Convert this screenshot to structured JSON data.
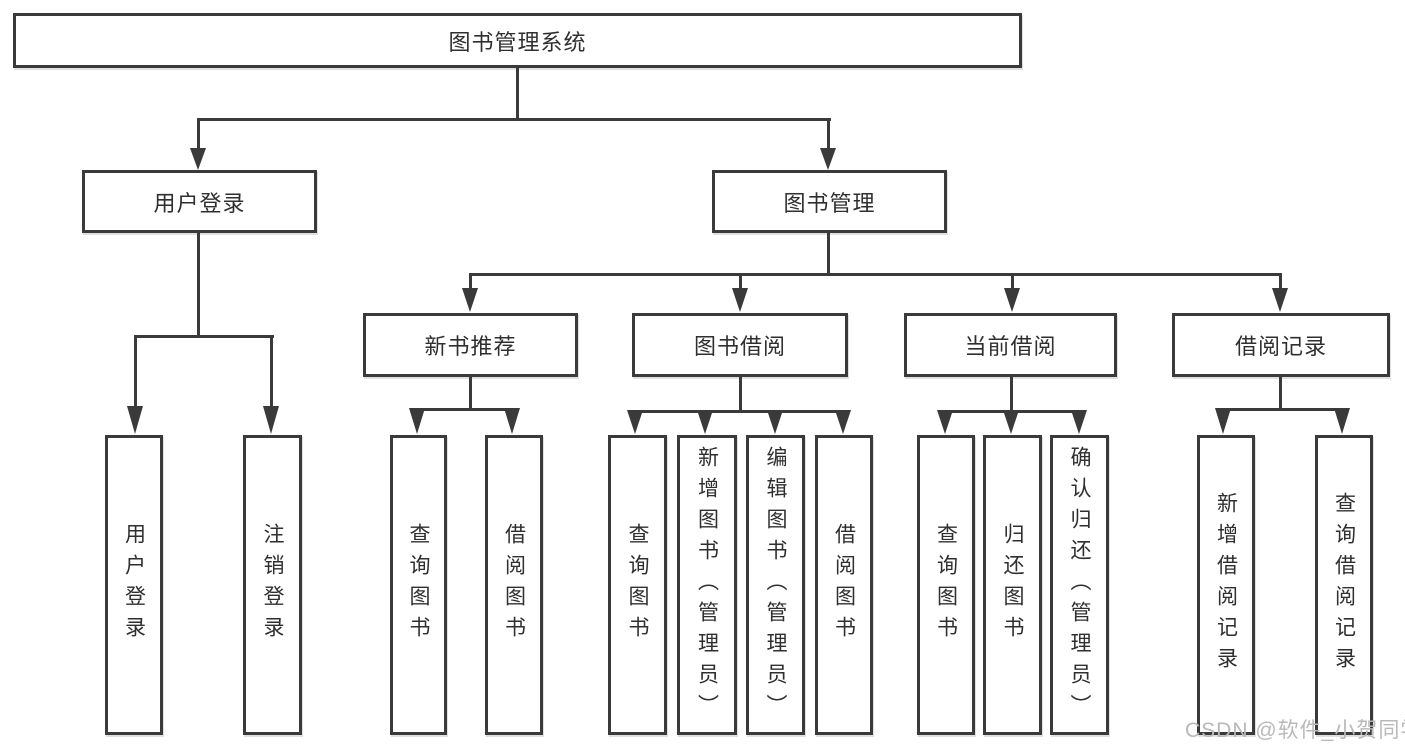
{
  "diagram": {
    "root": "图书管理系统",
    "branches": {
      "user_login": {
        "label": "用户登录",
        "children": [
          "用户登录",
          "注销登录"
        ]
      },
      "book_mgmt": {
        "label": "图书管理",
        "sections": [
          {
            "label": "新书推荐",
            "children": [
              "查询图书",
              "借阅图书"
            ]
          },
          {
            "label": "图书借阅",
            "children": [
              "查询图书",
              "新增图书（管理员）",
              "编辑图书（管理员）",
              "借阅图书"
            ]
          },
          {
            "label": "当前借阅",
            "children": [
              "查询图书",
              "归还图书",
              "确认归还（管理员）"
            ]
          },
          {
            "label": "借阅记录",
            "children": [
              "新增借阅记录",
              "查询借阅记录"
            ]
          }
        ]
      }
    },
    "watermark": "CSDN @软件_小贺同学",
    "colors": {
      "line": "#3a3a3a",
      "text": "#2f2f2f",
      "watermark": "#b9b9b9",
      "background": "#ffffff"
    }
  }
}
